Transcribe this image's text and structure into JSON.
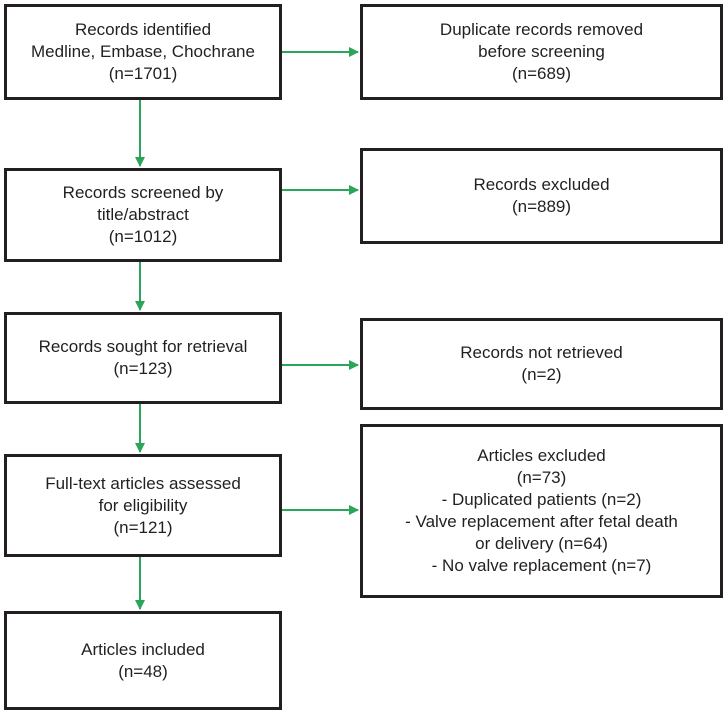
{
  "flow": {
    "identified": {
      "lines": [
        "Records identified",
        "Medline, Embase, Chochrane",
        "(n=1701)"
      ]
    },
    "duplicates": {
      "lines": [
        "Duplicate records removed",
        "before screening",
        "(n=689)"
      ]
    },
    "screened": {
      "lines": [
        "Records screened by",
        "title/abstract",
        "(n=1012)"
      ]
    },
    "excluded": {
      "lines": [
        "Records excluded",
        "(n=889)"
      ]
    },
    "sought": {
      "lines": [
        "Records sought for retrieval",
        "(n=123)"
      ]
    },
    "not_retrieved": {
      "lines": [
        "Records not retrieved",
        "(n=2)"
      ]
    },
    "fulltext": {
      "lines": [
        "Full-text articles assessed",
        "for eligibility",
        "(n=121)"
      ]
    },
    "articles_excluded": {
      "lines": [
        "Articles excluded",
        "(n=73)",
        "- Duplicated patients (n=2)",
        "- Valve replacement after fetal death",
        "or delivery (n=64)",
        "- No valve replacement (n=7)"
      ]
    },
    "included": {
      "lines": [
        "Articles included",
        "(n=48)"
      ]
    }
  },
  "colors": {
    "box_border": "#231f20",
    "arrow": "#2aa55a"
  }
}
